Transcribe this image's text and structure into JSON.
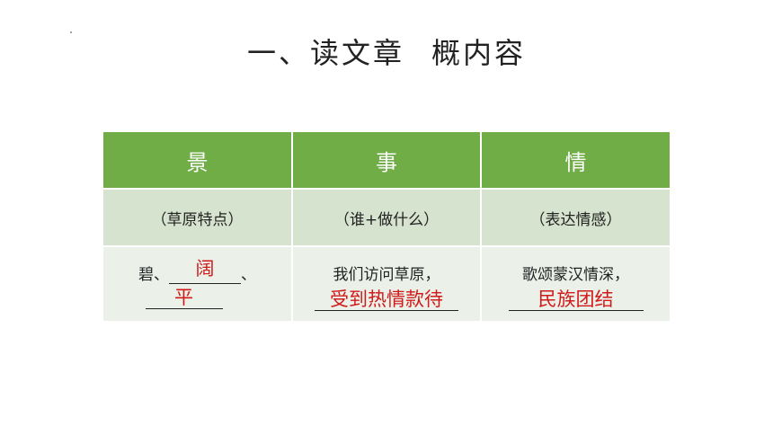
{
  "title": {
    "part1": "一、读文章",
    "part2": "概内容"
  },
  "table": {
    "headers": [
      "景",
      "事",
      "情"
    ],
    "subheaders": [
      "（草原特点）",
      "（谁+做什么）",
      "（表达情感）"
    ],
    "scene": {
      "prefix": "碧、",
      "suffix": "、",
      "answer1": "阔",
      "answer2": "平"
    },
    "event": {
      "text": "我们访问草原，",
      "answer": "受到热情款待"
    },
    "emotion": {
      "text": "歌颂蒙汉情深，",
      "answer": "民族团结"
    }
  }
}
